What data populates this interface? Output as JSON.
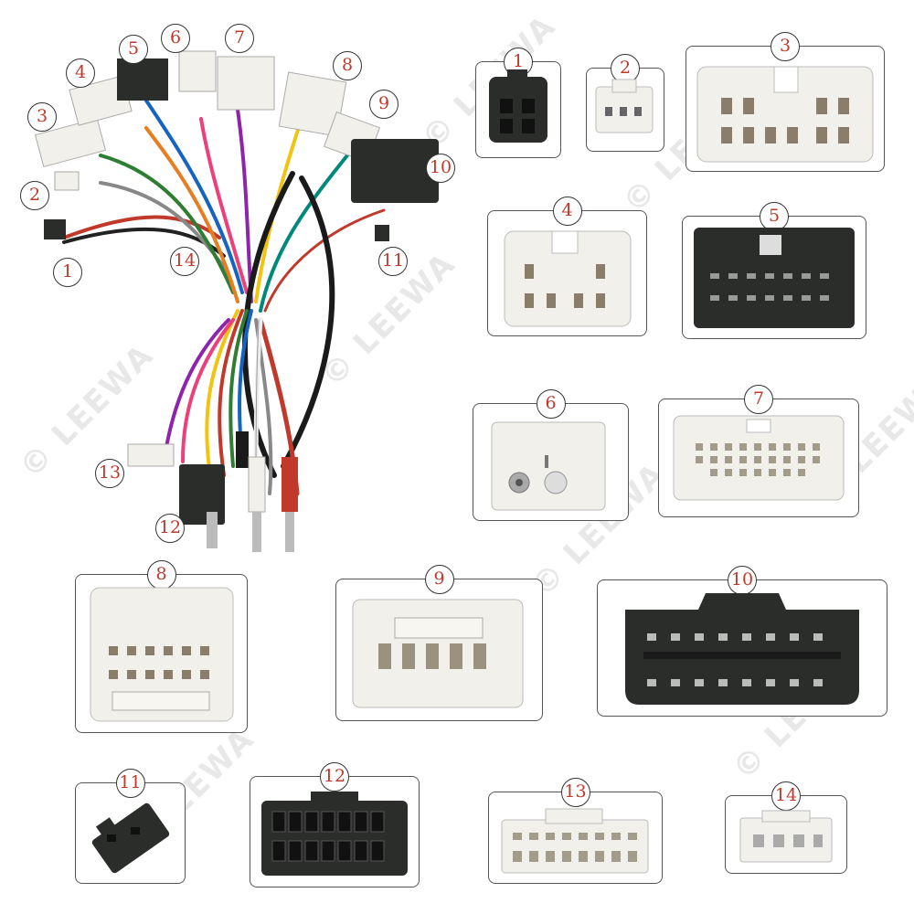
{
  "labels": [
    "1",
    "2",
    "3",
    "4",
    "5",
    "6",
    "7",
    "8",
    "9",
    "10",
    "11",
    "12",
    "13",
    "14"
  ],
  "watermark": "© LEEWA",
  "colors": {
    "number": "#c0392b",
    "white_connector": "#f2f0ea",
    "black_connector": "#2b2d2b"
  }
}
